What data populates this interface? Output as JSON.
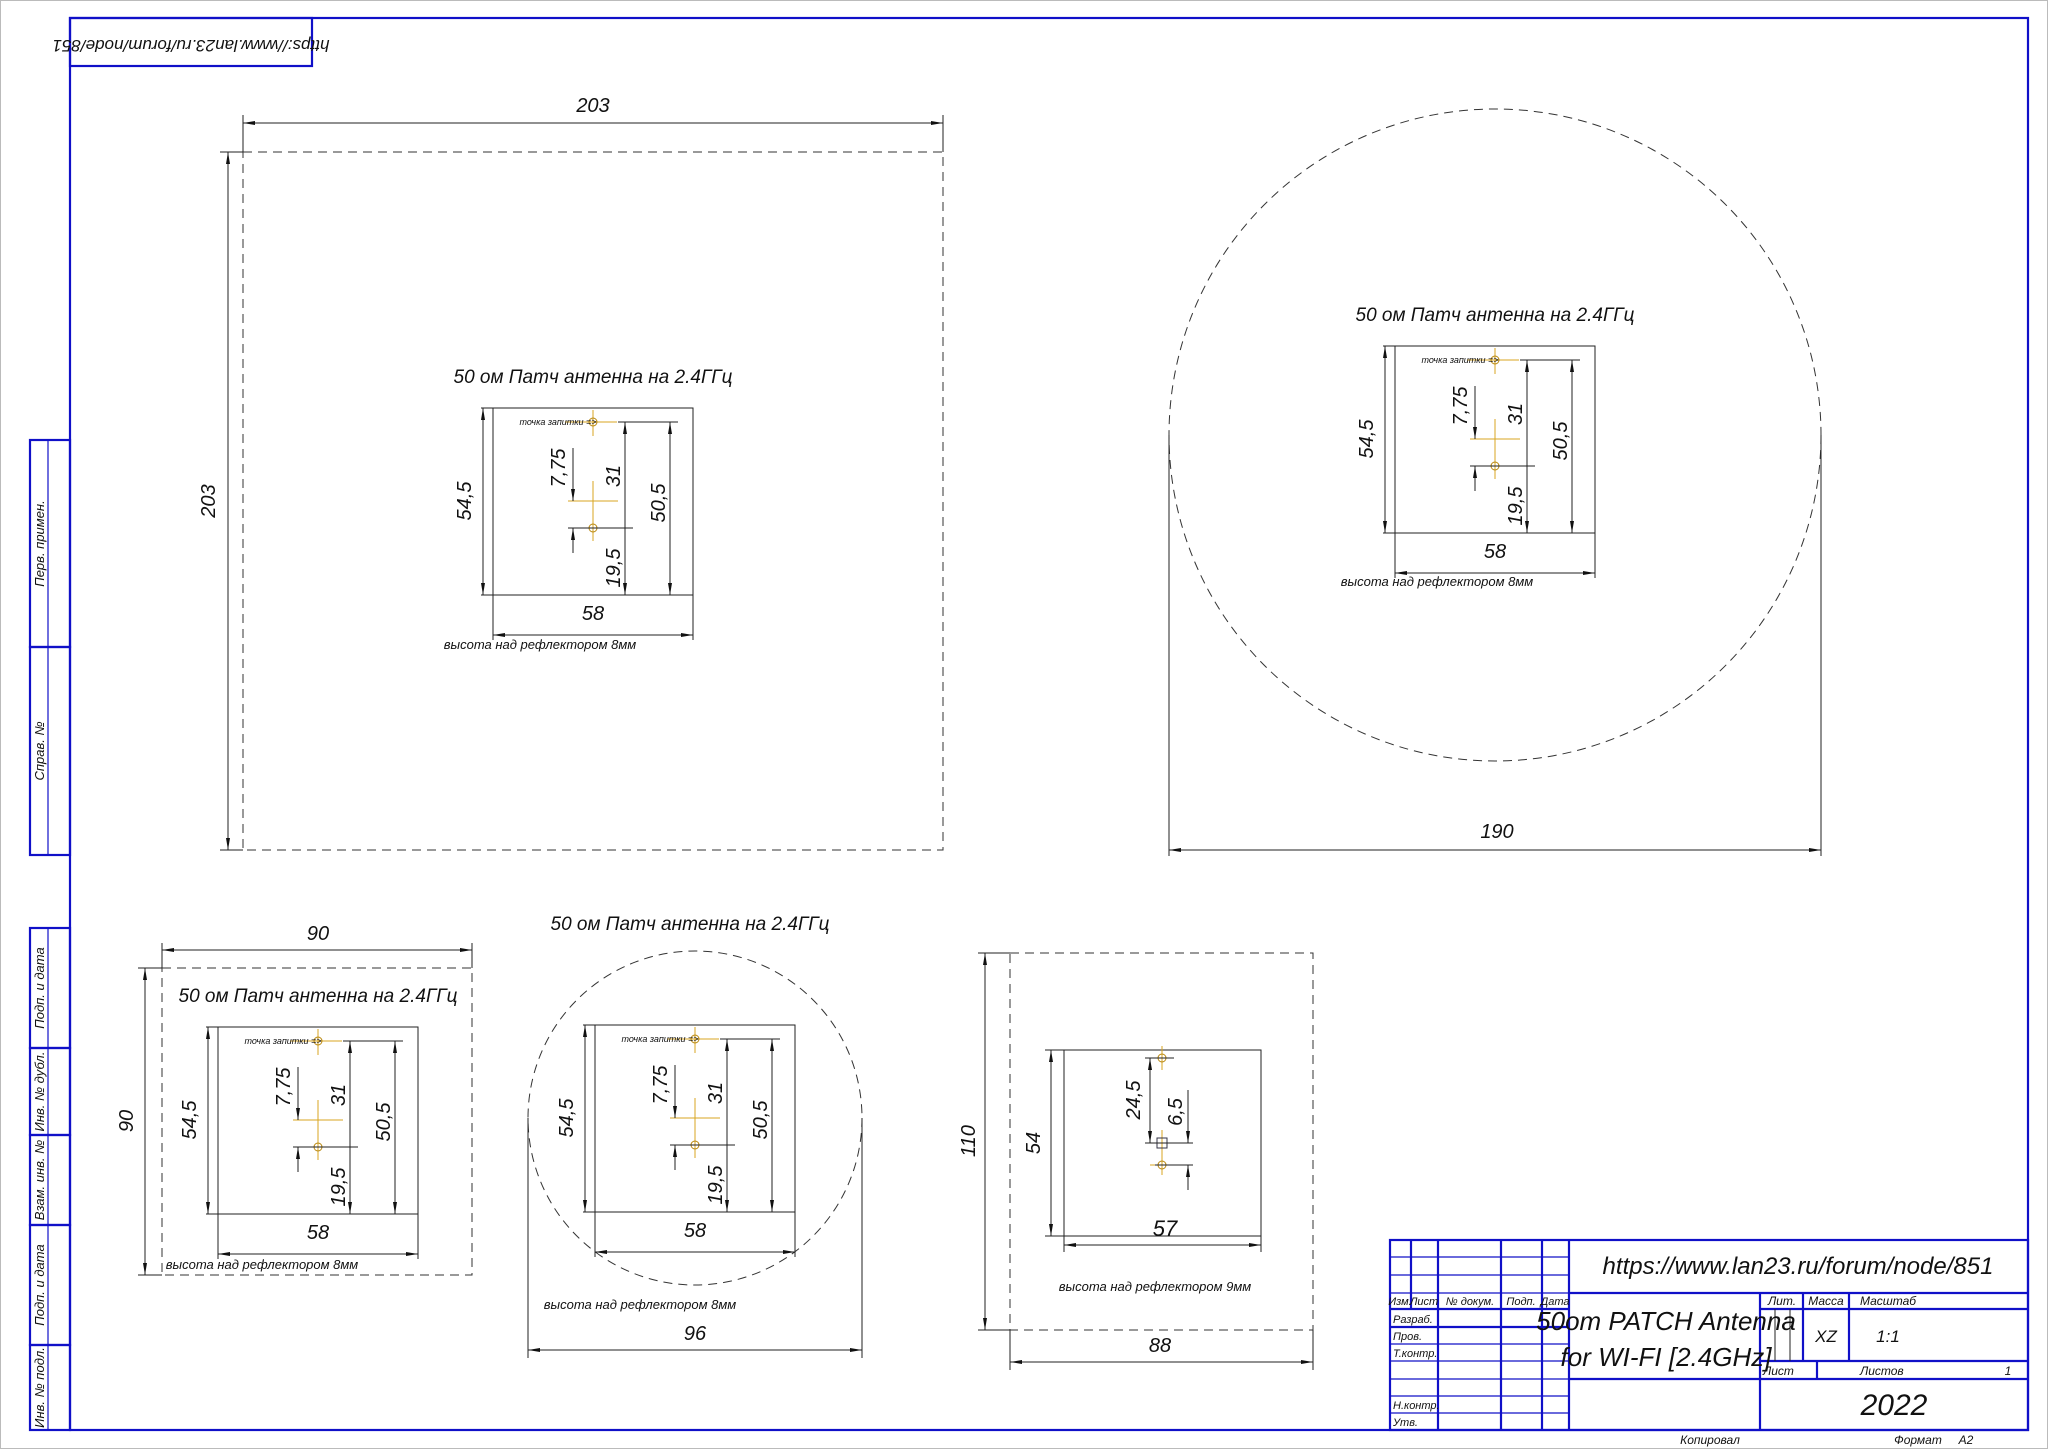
{
  "url_stamp": "https://www.lan23.ru/forum/node/851",
  "side_strip": [
    "Перв. примен.",
    "Справ. №",
    "Подп. и дата",
    "Инв. № дубл.",
    "Взам. инв. №",
    "Подп. и дата",
    "Инв. № подл."
  ],
  "drawings": [
    {
      "title": "50 ом Патч антенна на 2.4ГГц",
      "feed_label": "точка запитки =>",
      "dims": {
        "patch_h": "54,5",
        "feed_offset": "7,75",
        "d31": "31",
        "d505": "50,5",
        "d195": "19,5",
        "patch_w": "58"
      },
      "note": "высота над рефлектором 8мм",
      "reflector": {
        "shape": "square",
        "width": "203",
        "height": "203"
      }
    },
    {
      "title": "50 ом Патч антенна на 2.4ГГц",
      "feed_label": "точка запитки =>",
      "dims": {
        "patch_h": "54,5",
        "feed_offset": "7,75",
        "d31": "31",
        "d505": "50,5",
        "d195": "19,5",
        "patch_w": "58"
      },
      "note": "высота над рефлектором 8мм",
      "reflector": {
        "shape": "circle",
        "diameter": "190"
      }
    },
    {
      "title": "50 ом Патч антенна на 2.4ГГц",
      "feed_label": "точка запитки =>",
      "dims": {
        "patch_h": "54,5",
        "feed_offset": "7,75",
        "d31": "31",
        "d505": "50,5",
        "d195": "19,5",
        "patch_w": "58"
      },
      "note": "высота над рефлектором 8мм",
      "reflector": {
        "shape": "square",
        "width": "90",
        "height": "90"
      }
    },
    {
      "title": "50 ом Патч антенна на 2.4ГГц",
      "feed_label": "точка запитки =>",
      "dims": {
        "patch_h": "54,5",
        "feed_offset": "7,75",
        "d31": "31",
        "d505": "50,5",
        "d195": "19,5",
        "patch_w": "58"
      },
      "note": "высота над рефлектором 8мм",
      "reflector": {
        "shape": "circle",
        "diameter": "96"
      }
    },
    {
      "dims": {
        "patch_h": "54",
        "patch_w": "57",
        "d245": "24,5",
        "d65": "6,5"
      },
      "note": "высота над рефлектором 9мм",
      "reflector": {
        "shape": "rectangle",
        "width": "88",
        "height": "110"
      }
    }
  ],
  "title_block": {
    "url": "https://www.lan23.ru/forum/node/851",
    "title_line1": "50om PATCH Antenna",
    "title_line2": "for WI-FI [2.4GHz]",
    "headers": {
      "izm": "Изм.",
      "list": "Лист",
      "doc_no": "№ докум.",
      "sign": "Подп.",
      "date": "Дата"
    },
    "roles": [
      "Разраб.",
      "Пров.",
      "Т.контр.",
      "Н.контр.",
      "Утв."
    ],
    "lit_label": "Лит.",
    "mass_label": "Масса",
    "scale_label": "Масштаб",
    "mass": "XZ",
    "scale": "1:1",
    "sheet_label": "Лист",
    "sheets_label": "Листов",
    "sheets": "1",
    "year": "2022",
    "copied_label": "Копировал",
    "format_label": "Формат",
    "format": "A2"
  }
}
